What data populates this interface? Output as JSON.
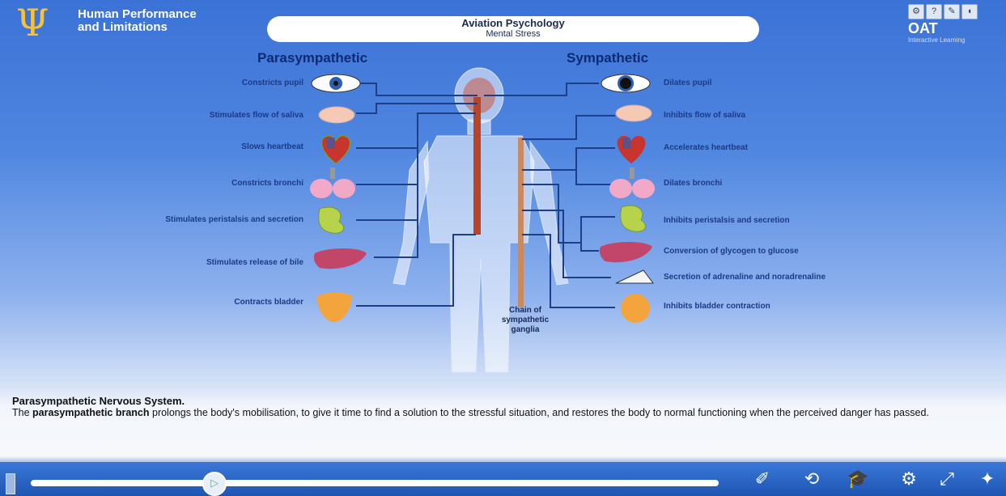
{
  "header": {
    "course_line1": "Human Performance",
    "course_line2": "and Limitations",
    "title": "Aviation Psychology",
    "subtitle": "Mental Stress",
    "brand": "OAT",
    "brand_sub": "Interactive Learning"
  },
  "diagram": {
    "left_heading": "Parasympathetic",
    "right_heading": "Sympathetic",
    "left_items": [
      {
        "label": "Constricts pupil",
        "organ": "eye-icon"
      },
      {
        "label": "Stimulates flow of saliva",
        "organ": "salivary-gland-icon"
      },
      {
        "label": "Slows heartbeat",
        "organ": "heart-icon"
      },
      {
        "label": "Constricts bronchi",
        "organ": "lungs-icon"
      },
      {
        "label": "Stimulates peristalsis and secretion",
        "organ": "stomach-icon"
      },
      {
        "label": "Stimulates release of bile",
        "organ": "liver-icon"
      },
      {
        "label": "Contracts bladder",
        "organ": "bladder-icon"
      }
    ],
    "right_items": [
      {
        "label": "Dilates pupil",
        "organ": "eye-icon"
      },
      {
        "label": "Inhibits flow of saliva",
        "organ": "salivary-gland-icon"
      },
      {
        "label": "Accelerates heartbeat",
        "organ": "heart-icon"
      },
      {
        "label": "Dilates bronchi",
        "organ": "lungs-icon"
      },
      {
        "label": "Inhibits peristalsis and secretion",
        "organ": "stomach-icon"
      },
      {
        "label": "Conversion of glycogen to glucose",
        "organ": "liver-icon"
      },
      {
        "label": "Secretion of adrenaline and noradrenaline",
        "organ": "adrenal-gland-icon"
      },
      {
        "label": "Inhibits bladder contraction",
        "organ": "bladder-icon"
      }
    ],
    "chain_label_1": "Chain of",
    "chain_label_2": "sympathetic",
    "chain_label_3": "ganglia"
  },
  "description": {
    "heading": "Parasympathetic Nervous System.",
    "text_pre": "The ",
    "text_bold": "parasympathetic branch",
    "text_post": " prolongs the body's mobilisation, to give it time to find a solution to the stressful situation, and restores the body to normal functioning when the perceived danger has passed."
  },
  "colors": {
    "accent": "#2f6bc9",
    "nerve_red": "#b8452a",
    "nerve_wire": "#1d3f8a",
    "label_text": "#1b3a88"
  }
}
